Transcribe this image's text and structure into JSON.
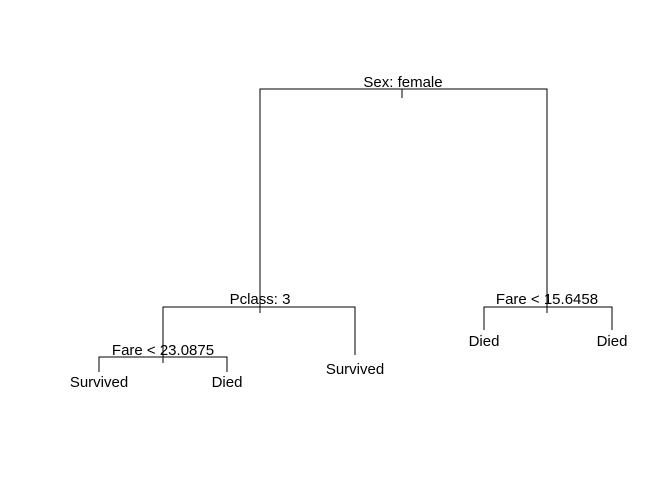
{
  "tree": {
    "root": {
      "label": "Sex: female"
    },
    "left_split": {
      "label": "Pclass: 3"
    },
    "left_left_split": {
      "label": "Fare < 23.0875"
    },
    "right_split": {
      "label": "Fare < 15.6458"
    },
    "leaves": {
      "ll_left": "Survived",
      "ll_right": "Died",
      "l_right": "Survived",
      "r_left": "Died",
      "r_right": "Died"
    }
  },
  "colors": {
    "line": "#000000",
    "text": "#000000",
    "background": "#ffffff"
  }
}
